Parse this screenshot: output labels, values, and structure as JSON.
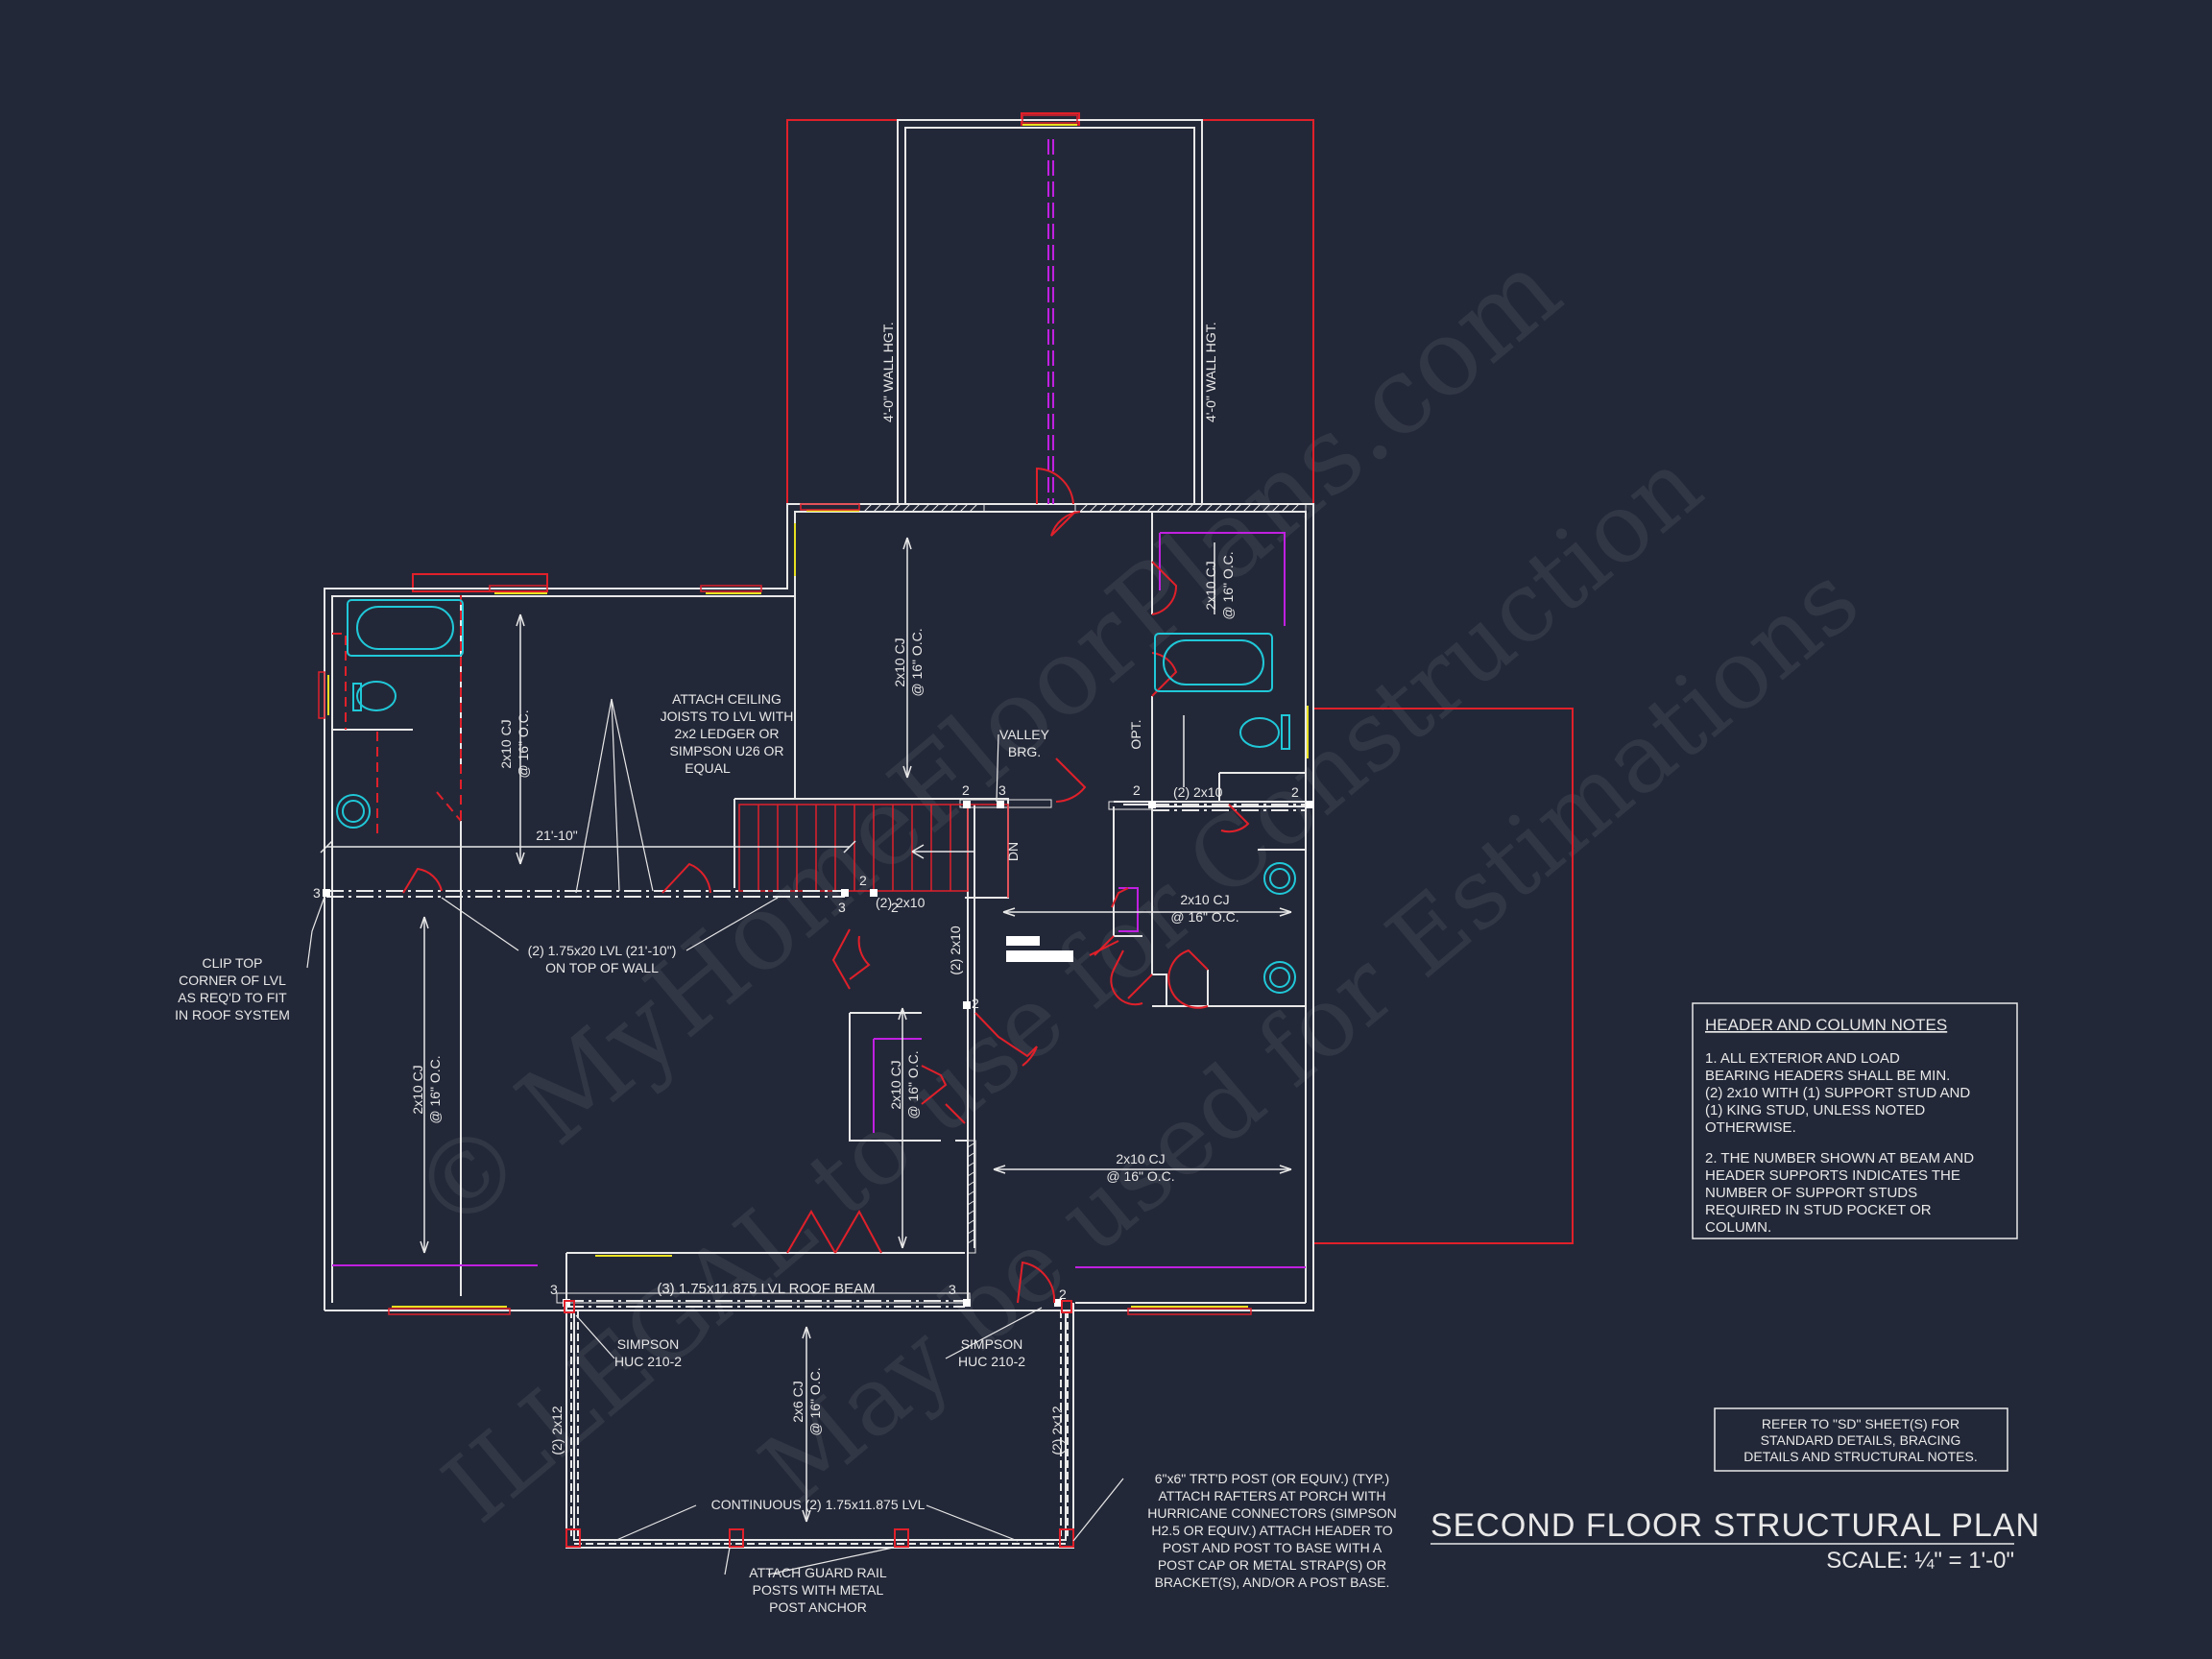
{
  "drawing": {
    "title": "SECOND FLOOR STRUCTURAL PLAN",
    "scale": "SCALE: ¼\" = 1'-0\""
  },
  "notes_box": {
    "title": "HEADER AND COLUMN NOTES",
    "note1": [
      "1. ALL EXTERIOR AND LOAD",
      "BEARING HEADERS SHALL BE MIN.",
      "(2) 2x10 WITH (1) SUPPORT STUD AND",
      "(1) KING STUD, UNLESS NOTED",
      "OTHERWISE."
    ],
    "note2": [
      "2. THE NUMBER SHOWN AT BEAM AND",
      "HEADER SUPPORTS INDICATES THE",
      "NUMBER OF SUPPORT STUDS",
      "REQUIRED IN STUD POCKET OR",
      "COLUMN."
    ]
  },
  "refer_box": [
    "REFER TO \"SD\"  SHEET(S) FOR",
    "STANDARD DETAILS, BRACING",
    "DETAILS AND STRUCTURAL NOTES."
  ],
  "annotations": {
    "wall_hgt": "4'-0\" WALL HGT.",
    "cj_2x10": "2x10 CJ",
    "cj_spacing": "@ 16\" O.C.",
    "attach_ceiling": [
      "ATTACH CEILING",
      "JOISTS TO LVL WITH",
      "2x2 LEDGER OR",
      "SIMPSON U26 OR",
      "EQUAL"
    ],
    "valley": [
      "VALLEY",
      "BRG."
    ],
    "opt": "OPT.",
    "two_2x10": "(2) 2x10",
    "dim_21_10": "21'-10\"",
    "dn": "DN",
    "lvl_1_75x20": [
      "(2) 1.75x20 LVL (21'-10\")",
      "ON TOP OF WALL"
    ],
    "clip_top": [
      "CLIP TOP",
      "CORNER OF LVL",
      "AS REQ'D TO FIT",
      "IN ROOF SYSTEM"
    ],
    "roof_beam": "(3) 1.75x11.875 LVL ROOF BEAM",
    "simpson_huc": [
      "SIMPSON",
      "HUC 210-2"
    ],
    "cj_2x6": "2x6 CJ",
    "two_2x12": "(2) 2x12",
    "continuous_lvl": "CONTINUOUS (2) 1.75x11.875 LVL",
    "guard_rail": [
      "ATTACH GUARD RAIL",
      "POSTS WITH METAL",
      "POST ANCHOR"
    ],
    "post_note": [
      "6\"x6\" TRT'D POST (OR EQUIV.) (TYP.)",
      "ATTACH RAFTERS AT PORCH WITH",
      "HURRICANE CONNECTORS (SIMPSON",
      "H2.5 OR EQUIV.) ATTACH HEADER TO",
      "POST AND POST TO BASE WITH A",
      "POST CAP OR METAL STRAP(S) OR",
      "BRACKET(S), AND/OR A POST BASE."
    ],
    "stud_2": "2",
    "stud_3": "3"
  },
  "watermark": {
    "line1": "© MyHomeFloorPlans.com",
    "line2": "ILLEGAL to use for Construction",
    "line3": "May be used for Estimations"
  },
  "colors": {
    "background": "#232838",
    "lines": "#e8e8e8",
    "red": "#e0202a",
    "magenta": "#c020e0",
    "cyan": "#20c8d8",
    "yellow": "#e8e020"
  }
}
